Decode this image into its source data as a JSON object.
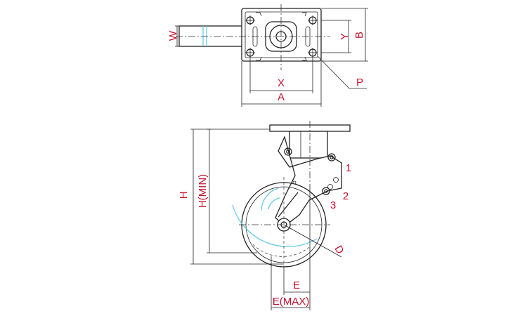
{
  "dimension_labels": {
    "w": "W",
    "y": "Y",
    "b": "B",
    "x": "X",
    "a": "A",
    "p": "P",
    "h": "H",
    "h_min": "H(MIN)",
    "d": "D",
    "e": "E",
    "e_max": "E(MAX)",
    "pos_1": "1",
    "pos_2": "2",
    "pos_3": "3"
  },
  "colors": {
    "dimension_text": "#c8102e",
    "line": "#222222",
    "highlight": "#5ec8e6"
  }
}
